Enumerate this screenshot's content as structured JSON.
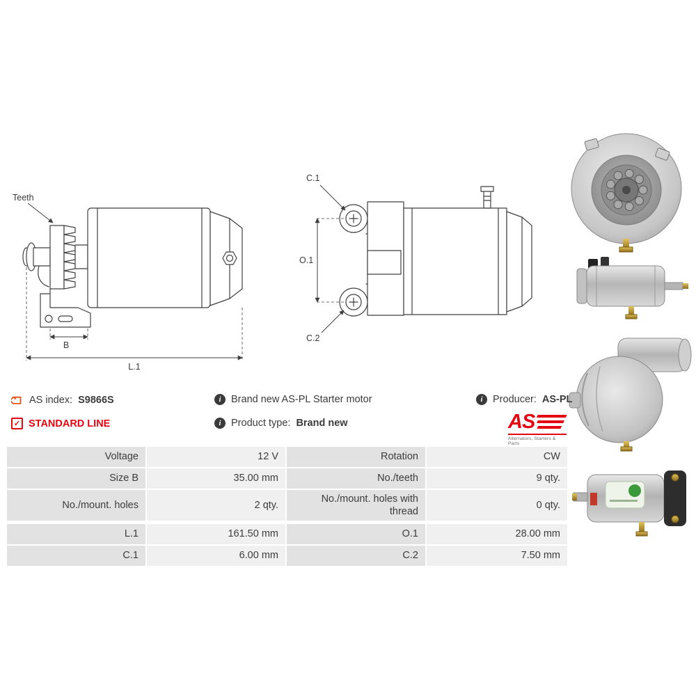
{
  "colors": {
    "accent_red": "#e30613",
    "tag_orange": "#e8541d"
  },
  "icons": {
    "info_glyph": "i",
    "check_glyph": "✓"
  },
  "info": {
    "as_index": {
      "label": "AS index:",
      "value": "S9866S"
    },
    "description": "Brand new AS-PL Starter motor",
    "producer": {
      "label": "Producer:",
      "value": "AS-PL"
    },
    "standard_line": "STANDARD LINE",
    "product_type": {
      "label": "Product type:",
      "value": "Brand new"
    }
  },
  "logo": {
    "text": "AS",
    "tagline": "Alternators, Starters & Parts"
  },
  "drawing": {
    "teeth_label": "Teeth",
    "dim_b": "B",
    "dim_l1": "L.1",
    "dim_c1": "C.1",
    "dim_o1": "O.1",
    "dim_c2": "C.2"
  },
  "spec_table": {
    "rows": [
      {
        "l1": "Voltage",
        "v1": "12 V",
        "l2": "Rotation",
        "v2": "CW"
      },
      {
        "l1": "Size B",
        "v1": "35.00 mm",
        "l2": "No./teeth",
        "v2": "9 qty."
      },
      {
        "l1": "No./mount. holes",
        "v1": "2 qty.",
        "l2": "No./mount. holes with thread",
        "v2": "0 qty."
      },
      {
        "l1": "L.1",
        "v1": "161.50 mm",
        "l2": "O.1",
        "v2": "28.00 mm"
      },
      {
        "l1": "C.1",
        "v1": "6.00 mm",
        "l2": "C.2",
        "v2": "7.50 mm"
      }
    ]
  }
}
